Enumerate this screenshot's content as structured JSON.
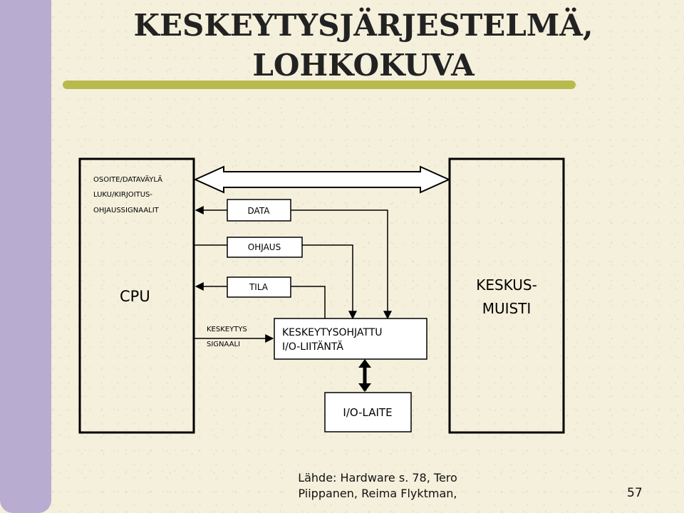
{
  "title": {
    "line1": "KESKEYTYSJÄRJESTELMÄ,",
    "line2": "LOHKOKUVA"
  },
  "diagram": {
    "cpu_label": "CPU",
    "bus_labels": [
      "OSOITE/DATAVÄYLÄ",
      "LUKU/KIRJOITUS-",
      "OHJAUSSIGNAALIT"
    ],
    "memory_label": [
      "KESKUS-",
      "MUISTI"
    ],
    "data_label": "DATA",
    "control_label": "OHJAUS",
    "status_label": "TILA",
    "interrupt_label": [
      "KESKEYTYS",
      "SIGNAALI"
    ],
    "io_interface_label": [
      "KESKEYTYSOHJATTU",
      "I/O-LIITÄNTÄ"
    ],
    "io_device_label": "I/O-LAITE"
  },
  "footer": {
    "source_line1": "Lähde: Hardware s. 78, Tero",
    "source_line2": "Piippanen, Reima Flyktman,"
  },
  "page_number": "57"
}
